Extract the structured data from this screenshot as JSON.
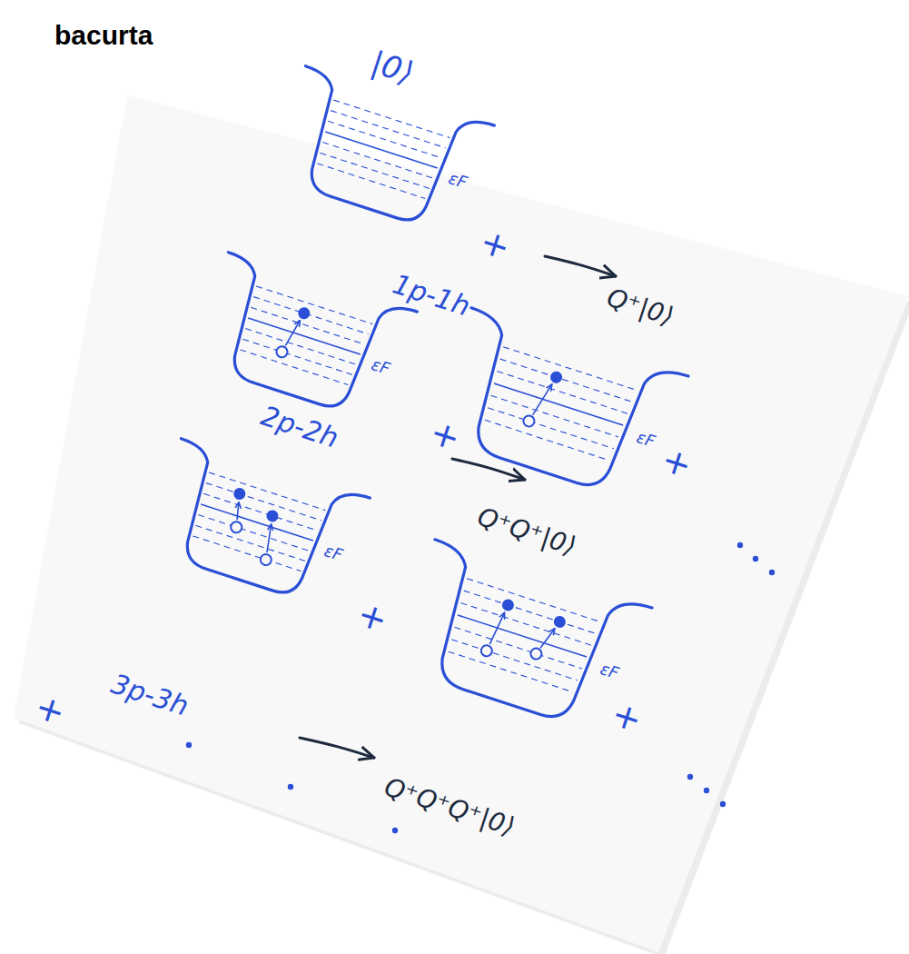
{
  "diagram": {
    "title": "bacurta",
    "labels": [
      "|0⟩",
      "εF",
      "+",
      "1p-1h",
      "εF",
      "+",
      "Q⁺|0⟩",
      "εF",
      "+",
      "2p-2h",
      "εF",
      "+",
      "Q⁺Q⁺|0⟩",
      "εF",
      "+",
      "+",
      "3p-3h",
      "Q⁺Q⁺Q⁺|0⟩"
    ]
  }
}
